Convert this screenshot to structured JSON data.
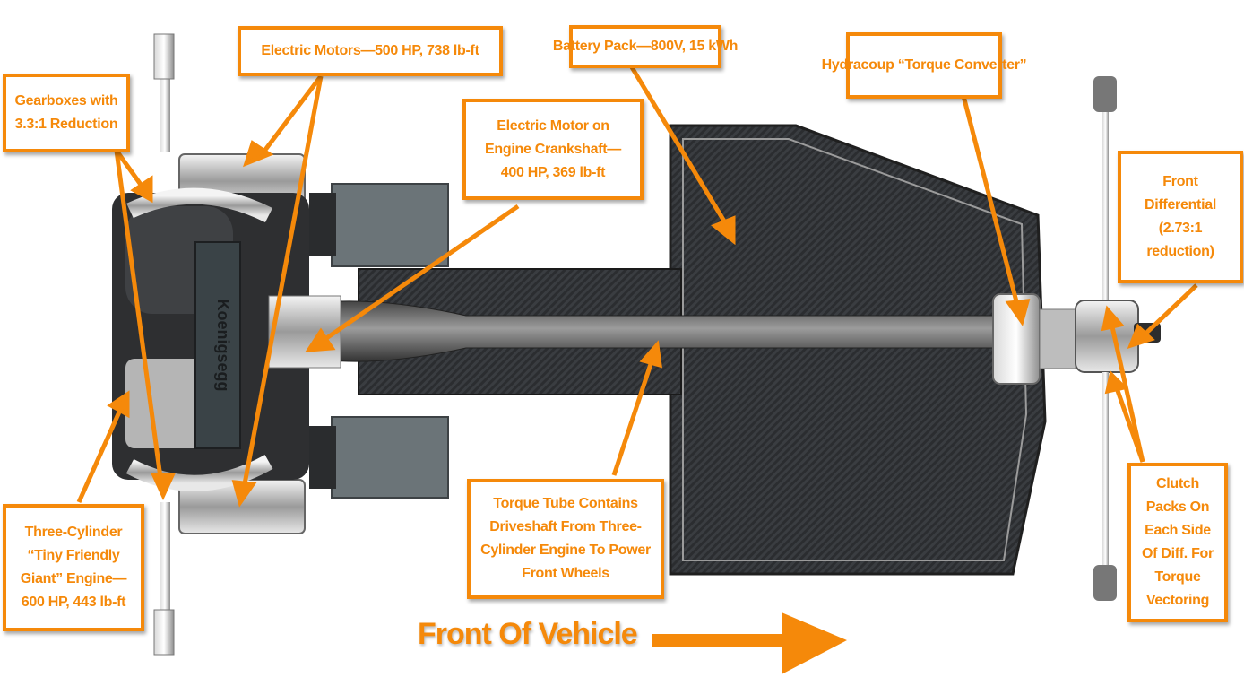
{
  "diagram": {
    "subject": "Hybrid drivetrain layout (top view)",
    "engine_badge": "Koenigsegg",
    "accent_color": "#f5890a",
    "callouts": {
      "gearboxes": {
        "lines": [
          "Gearboxes with",
          "3.3:1 Reduction"
        ]
      },
      "electric_motors": {
        "lines": [
          "Electric Motors—500 HP, 738 lb-ft"
        ]
      },
      "crank_motor": {
        "lines": [
          "Electric Motor on",
          "Engine Crankshaft—",
          "400 HP, 369 lb-ft"
        ]
      },
      "battery": {
        "lines": [
          "Battery Pack—800V, 15 kWh"
        ]
      },
      "hydracoup": {
        "lines": [
          "Hydracoup “Torque Converter”"
        ]
      },
      "front_diff": {
        "lines": [
          "Front",
          "Differential",
          "(2.73:1",
          "reduction)"
        ]
      },
      "engine": {
        "lines": [
          "Three-Cylinder",
          "“Tiny Friendly",
          "Giant” Engine—",
          "600 HP, 443 lb-ft"
        ]
      },
      "torque_tube": {
        "lines": [
          "Torque Tube Contains",
          "Driveshaft From Three-",
          "Cylinder Engine To Power",
          "Front Wheels"
        ]
      },
      "clutch_packs": {
        "lines": [
          "Clutch",
          "Packs On",
          "Each Side",
          "Of Diff. For",
          "Torque",
          "Vectoring"
        ]
      }
    },
    "direction_label": "Front Of Vehicle"
  }
}
